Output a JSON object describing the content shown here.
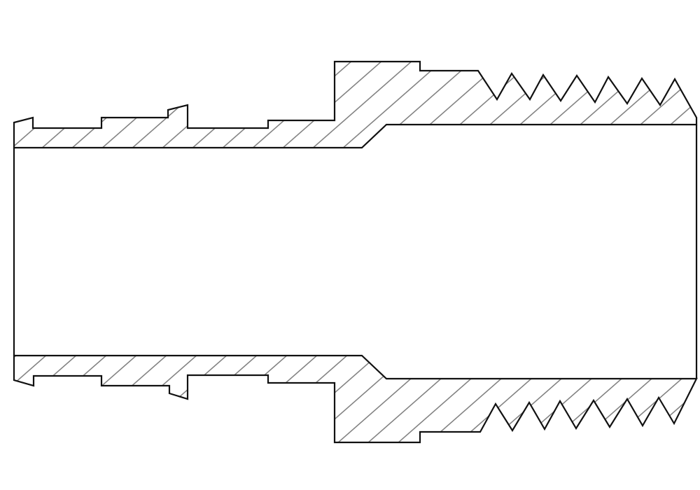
{
  "diagram": {
    "subject": "fitting-cross-section",
    "hatched": true,
    "threaded_end": "right",
    "barbed_end": "left",
    "colors": {
      "background": "#ffffff",
      "outline": "#111111",
      "hatch": "#7a7a7a"
    }
  }
}
